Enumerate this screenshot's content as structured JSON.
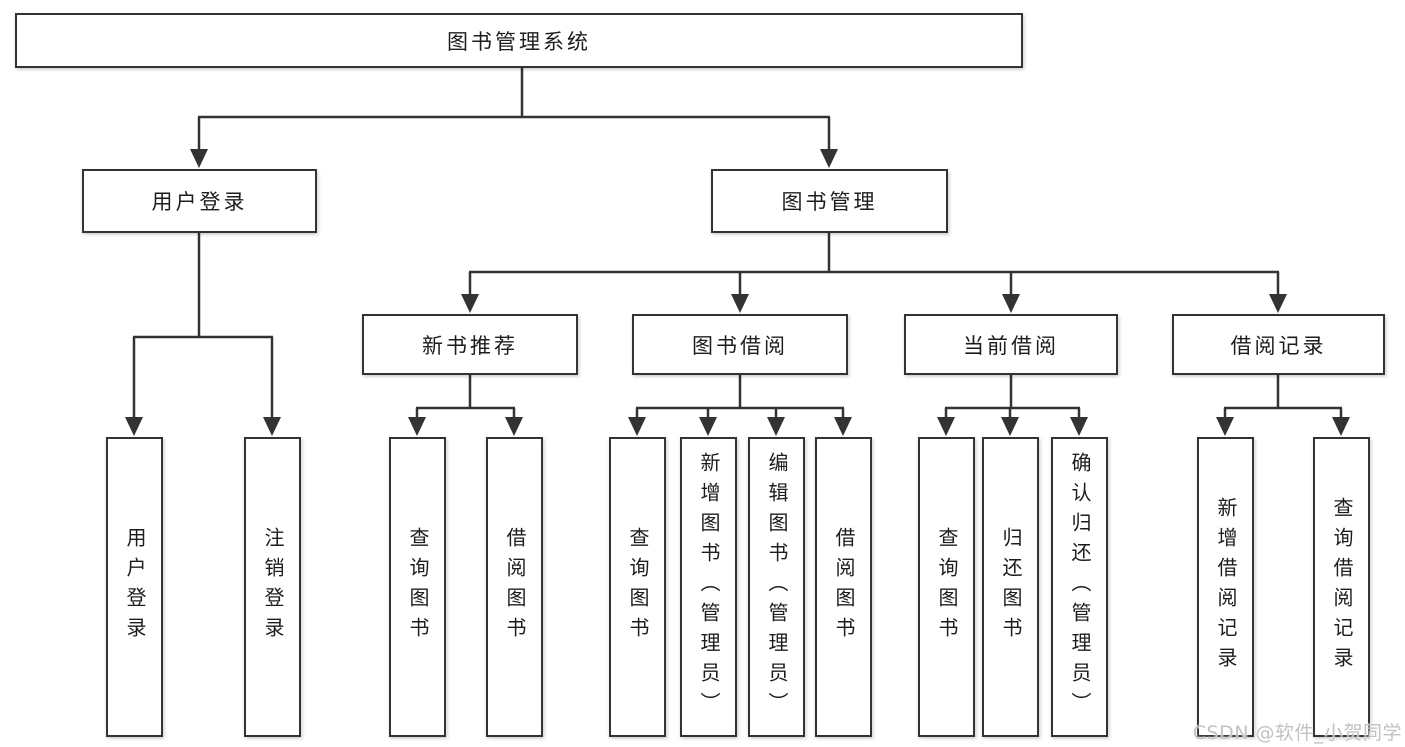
{
  "colors": {
    "line": "#333333",
    "text": "#1d1d1d",
    "watermark": "#c2c2c2",
    "background": "#ffffff"
  },
  "tree": {
    "root": {
      "label": "图书管理系统"
    },
    "branches": [
      {
        "label": "用户登录",
        "children": [
          {
            "label": "用户登录"
          },
          {
            "label": "注销登录"
          }
        ]
      },
      {
        "label": "图书管理",
        "children": [
          {
            "label": "新书推荐",
            "children": [
              {
                "label": "查询图书"
              },
              {
                "label": "借阅图书"
              }
            ]
          },
          {
            "label": "图书借阅",
            "children": [
              {
                "label": "查询图书"
              },
              {
                "label": "新增图书（管理员）"
              },
              {
                "label": "编辑图书（管理员）"
              },
              {
                "label": "借阅图书"
              }
            ]
          },
          {
            "label": "当前借阅",
            "children": [
              {
                "label": "查询图书"
              },
              {
                "label": "归还图书"
              },
              {
                "label": "确认归还（管理员）"
              }
            ]
          },
          {
            "label": "借阅记录",
            "children": [
              {
                "label": "新增借阅记录"
              },
              {
                "label": "查询借阅记录"
              }
            ]
          }
        ]
      }
    ]
  },
  "watermark": {
    "text": "CSDN @软件_小贺同学"
  }
}
